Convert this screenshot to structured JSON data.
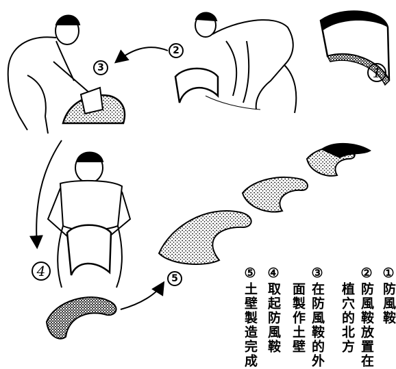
{
  "steps": [
    {
      "marker": "①",
      "lines": [
        "防風鞍"
      ]
    },
    {
      "marker": "②",
      "lines": [
        "防風鞍放置在",
        "植穴的北方"
      ]
    },
    {
      "marker": "③",
      "lines": [
        "在防風鞍的外",
        "面製作土壁"
      ]
    },
    {
      "marker": "④",
      "lines": [
        "取起防風鞍"
      ]
    },
    {
      "marker": "⑤",
      "lines": [
        "土壁製造完成"
      ]
    }
  ],
  "figure_labels": {
    "one": "1",
    "two": "2",
    "three": "3",
    "four": "4",
    "five": "5"
  }
}
